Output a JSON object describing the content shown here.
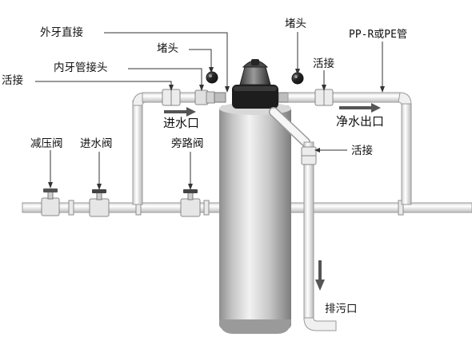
{
  "labels": {
    "outer_thread_straight": "外牙直接",
    "plug_left": "堵头",
    "plug_right": "堵头",
    "pipe_material": "PP-R或PE管",
    "union_top_left": "活接",
    "inner_thread_connector": "内牙管接头",
    "union_top_right": "活接",
    "inlet": "进水口",
    "clean_outlet": "净水出口",
    "pressure_valve": "减压阀",
    "inlet_valve": "进水阀",
    "bypass_valve": "旁路阀",
    "union_mid_right": "活接",
    "drain_outlet": "排污口"
  },
  "colors": {
    "pipe_fill": "#f4f4f4",
    "pipe_edge": "#9a9a9a",
    "tank_body": "#c9c9c9",
    "valve_head": "#222222",
    "arrow": "#555555",
    "leader": "#333333"
  }
}
